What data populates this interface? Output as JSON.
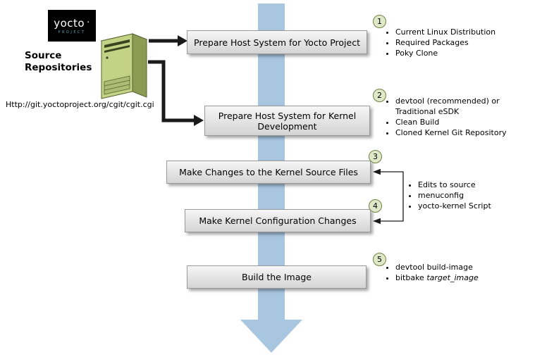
{
  "logo": {
    "brand": "yocto",
    "dot": "·",
    "subtitle": "PROJECT"
  },
  "source": {
    "line1": "Source",
    "line2": "Repositories",
    "url": "Http://git.yoctoproject.org/cgit/cgit.cgi"
  },
  "steps": [
    {
      "num": "1",
      "label": "Prepare Host System for Yocto Project",
      "bullets": [
        "Current Linux Distribution",
        "Required Packages",
        "Poky Clone"
      ]
    },
    {
      "num": "2",
      "label": "Prepare Host System for Kernel Development",
      "bullets": [
        "devtool (recommended) or Traditional eSDK",
        "Clean Build",
        "Cloned Kernel Git Repository"
      ]
    },
    {
      "num": "3",
      "label": "Make Changes to the Kernel Source Files",
      "bullets": []
    },
    {
      "num": "4",
      "label": "Make Kernel Configuration Changes",
      "bullets": []
    },
    {
      "num": "5",
      "label": "Build the Image",
      "bullets": [
        "devtool build-image"
      ],
      "bullet_composite": {
        "prefix": "bitbake ",
        "italic": "target_image"
      }
    }
  ],
  "shared_bullets": [
    "Edits to source",
    "menuconfig",
    "yocto-kernel Script"
  ],
  "colors": {
    "flow_arrow": "#a8c6e0",
    "box_border": "#9a9a9a",
    "circle_fill": "#dfe8c8",
    "circle_border": "#71813f",
    "server_front": "#c3d285",
    "server_side": "#8c9c52",
    "logo_bg": "#000000",
    "logo_accent": "#5aa4b4"
  }
}
